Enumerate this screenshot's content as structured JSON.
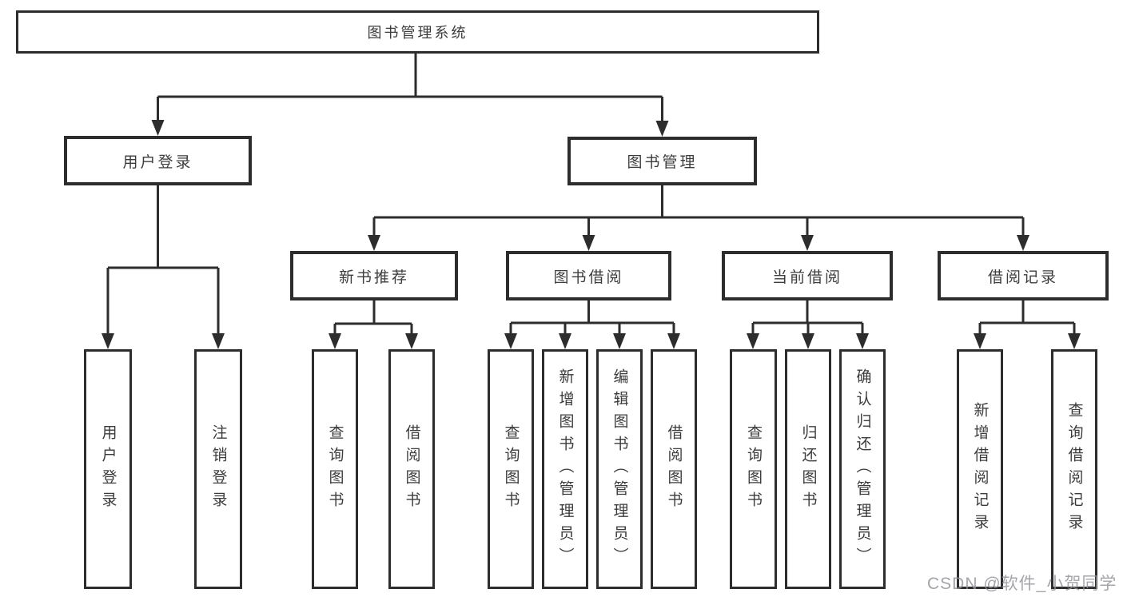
{
  "colors": {
    "line": "#2d2d2d",
    "text": "#3c3c3c",
    "background": "#ffffff",
    "watermark": "#94949b"
  },
  "tree": {
    "root": "图书管理系统",
    "user_login": {
      "label": "用户登录",
      "children": [
        "用户登录",
        "注销登录"
      ]
    },
    "book_mgmt": {
      "label": "图书管理"
    },
    "new_book_rec": {
      "label": "新书推荐",
      "children": [
        "查询图书",
        "借阅图书"
      ]
    },
    "book_borrow": {
      "label": "图书借阅",
      "children": [
        "查询图书",
        "新增图书（管理员）",
        "编辑图书（管理员）",
        "借阅图书"
      ]
    },
    "current_borrow": {
      "label": "当前借阅",
      "children": [
        "查询图书",
        "归还图书",
        "确认归还（管理员）"
      ]
    },
    "borrow_records": {
      "label": "借阅记录",
      "children": [
        "新增借阅记录",
        "查询借阅记录"
      ]
    }
  },
  "watermark": {
    "text": "CSDN @软件_小贺同学"
  }
}
